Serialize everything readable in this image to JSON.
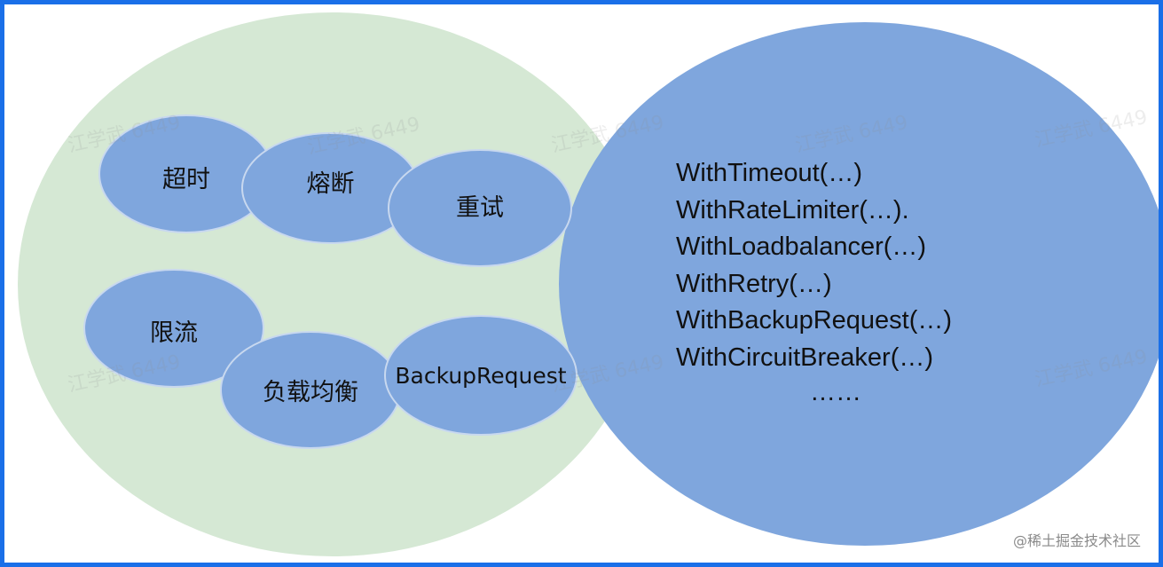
{
  "colors": {
    "frame_border": "#1a6fe8",
    "outer_green": "#d5e8d4",
    "blue_fill": "#7fa6dd"
  },
  "features": [
    {
      "id": "timeout",
      "label": "超时"
    },
    {
      "id": "circuit-breaker",
      "label": "熔断"
    },
    {
      "id": "retry",
      "label": "重试"
    },
    {
      "id": "rate-limit",
      "label": "限流"
    },
    {
      "id": "load-balance",
      "label": "负载均衡"
    },
    {
      "id": "backup-request",
      "label": "BackupRequest"
    }
  ],
  "options": [
    "WithTimeout(…)",
    "WithRateLimiter(…).",
    "WithLoadbalancer(…)",
    "WithRetry(…)",
    "WithBackupRequest(…)",
    "WithCircuitBreaker(…)"
  ],
  "options_ellipsis": "……",
  "watermark_text": "江学武 6449",
  "credit": "@稀土掘金技术社区"
}
